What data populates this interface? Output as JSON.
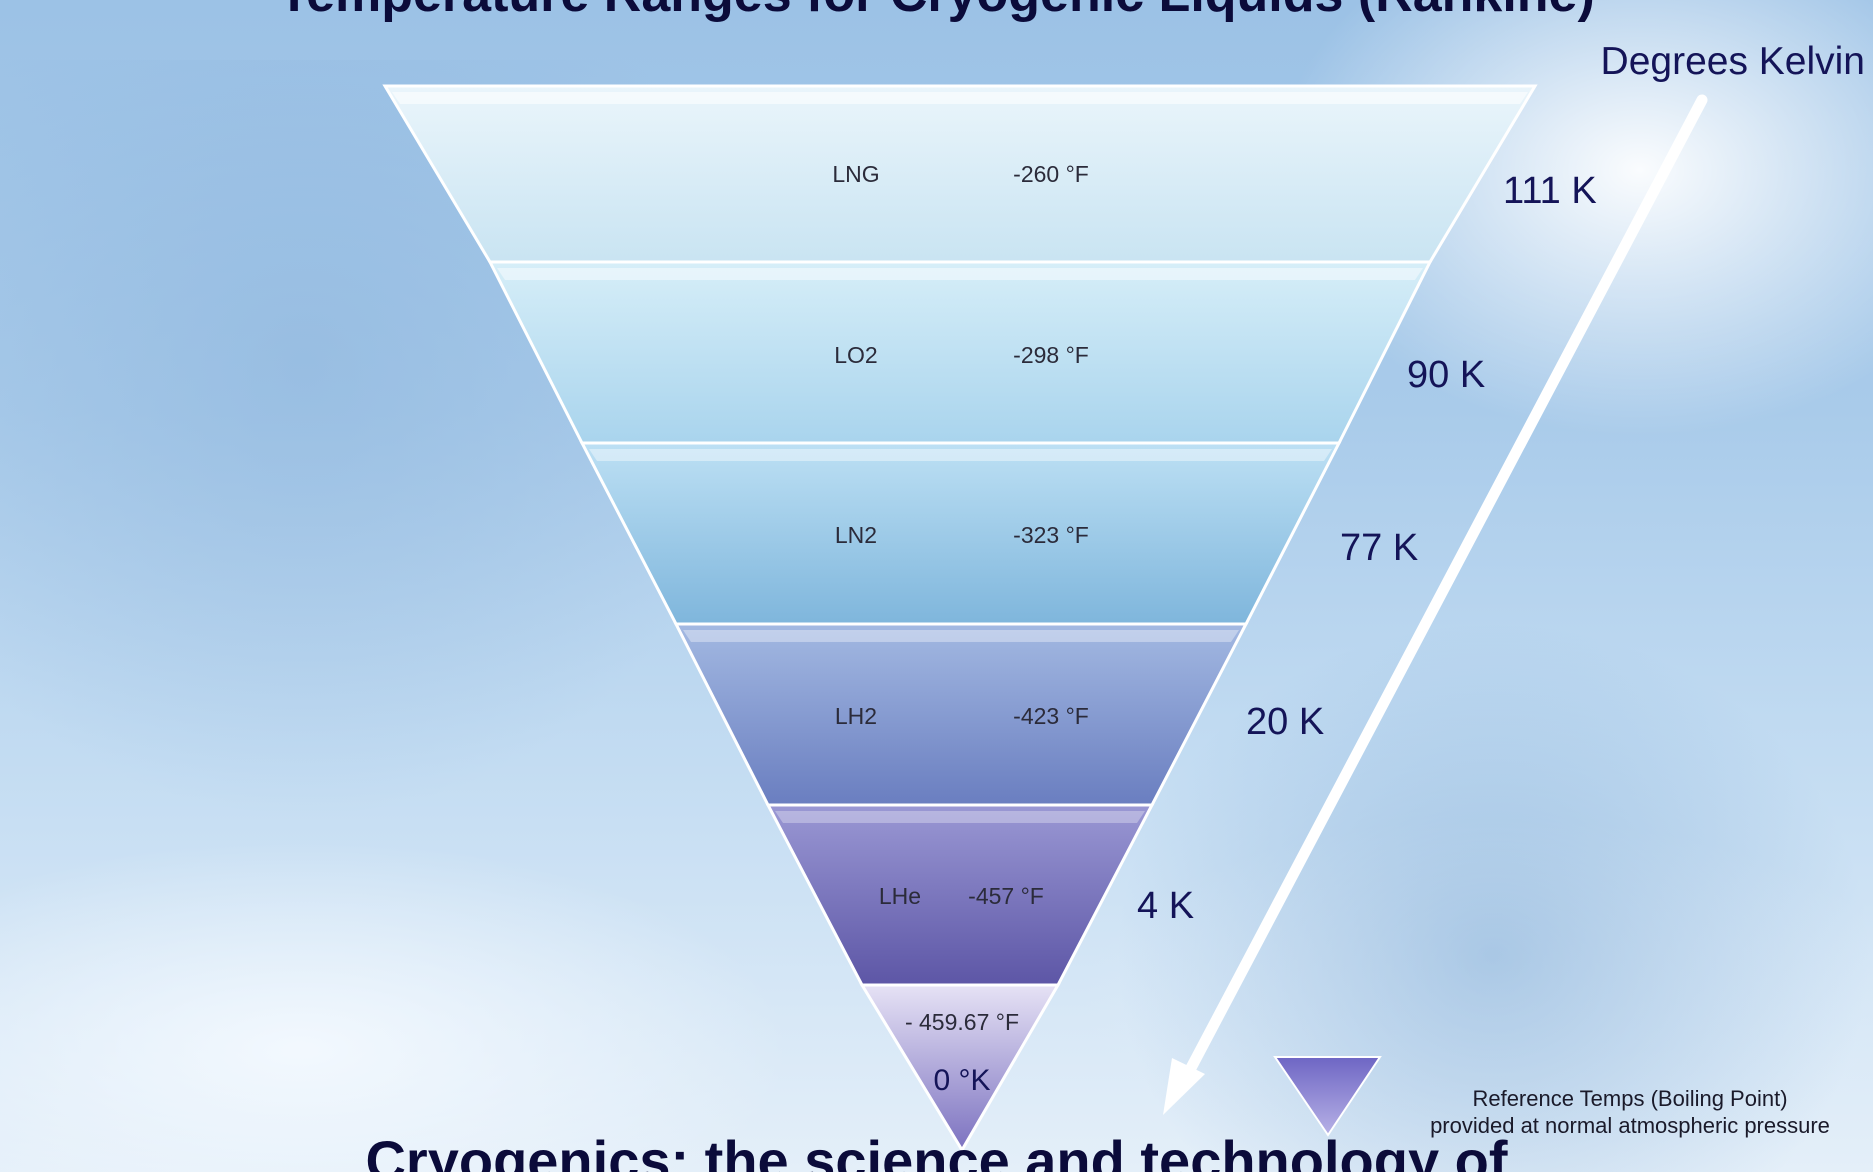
{
  "title": "Temperature Ranges for Cryogenic Liquids (Rankine)",
  "axis_label": "Degrees Kelvin",
  "bands": [
    {
      "name": "LNG",
      "fahrenheit": "-260 °F",
      "kelvin": "111 K",
      "top": "#eaf5fb",
      "bottom": "#c9e4f2"
    },
    {
      "name": "LO2",
      "fahrenheit": "-298 °F",
      "kelvin": "90 K",
      "top": "#d6eef8",
      "bottom": "#a9d4ed"
    },
    {
      "name": "LN2",
      "fahrenheit": "-323 °F",
      "kelvin": "77 K",
      "top": "#bde0f4",
      "bottom": "#7fb6dc"
    },
    {
      "name": "LH2",
      "fahrenheit": "-423 °F",
      "kelvin": "20 K",
      "top": "#a3b9e2",
      "bottom": "#6a7ec0"
    },
    {
      "name": "LHe",
      "fahrenheit": "-457 °F",
      "kelvin": "4 K",
      "top": "#9a98d4",
      "bottom": "#5d56a6"
    }
  ],
  "tip": {
    "fahrenheit": "- 459.67 °F",
    "kelvin": "0 °K"
  },
  "legend": {
    "line1": "Reference Temps (Boiling Point)",
    "line2": "provided at normal atmospheric pressure"
  },
  "footer": "Cryogenics: the science and technology of"
}
